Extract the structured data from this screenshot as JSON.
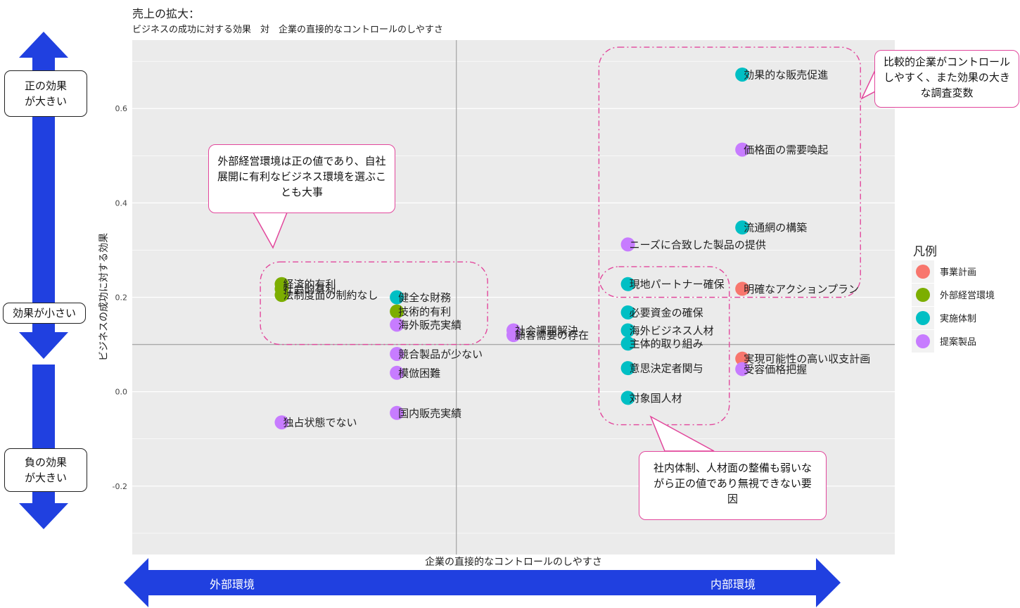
{
  "chart_data": {
    "type": "scatter",
    "title": "売上の拡大：",
    "subtitle": "ビジネスの成功に対する効果　対　企業の直接的なコントロールのしやすさ",
    "xlabel": "企業の直接的なコントロールのしやすさ",
    "ylabel": "ビジネスの成功に対する効果",
    "ylim": [
      -0.345,
      0.745
    ],
    "xlim": [
      0,
      1
    ],
    "x_ticks": [],
    "y_ticks": [
      -0.2,
      0.0,
      0.2,
      0.4,
      0.6
    ],
    "y_tick_labels": [
      "-0.2",
      "0.0",
      "0.2",
      "0.4",
      "0.6"
    ],
    "grid": true,
    "reference_lines": {
      "x": 0.425,
      "y": 0.1
    },
    "legend": {
      "title": "凡例",
      "position": "right",
      "items": [
        {
          "name": "事業計画",
          "color": "#F8766D"
        },
        {
          "name": "外部経営環境",
          "color": "#7CAE00"
        },
        {
          "name": "実施体制",
          "color": "#00BFC4"
        },
        {
          "name": "提案製品",
          "color": "#C77CFF"
        }
      ]
    },
    "points": [
      {
        "label": "効果的な販売促進",
        "x": 0.8,
        "y": 0.672,
        "group": "実施体制"
      },
      {
        "label": "価格面の需要喚起",
        "x": 0.8,
        "y": 0.513,
        "group": "提案製品"
      },
      {
        "label": "流通網の構築",
        "x": 0.8,
        "y": 0.348,
        "group": "実施体制"
      },
      {
        "label": "ニーズに合致した製品の提供",
        "x": 0.65,
        "y": 0.312,
        "group": "提案製品"
      },
      {
        "label": "現地パートナー確保",
        "x": 0.65,
        "y": 0.228,
        "group": "実施体制"
      },
      {
        "label": "明確なアクションプラン",
        "x": 0.8,
        "y": 0.218,
        "group": "事業計画"
      },
      {
        "label": "必要資金の確保",
        "x": 0.65,
        "y": 0.168,
        "group": "実施体制"
      },
      {
        "label": "海外ビジネス人材",
        "x": 0.65,
        "y": 0.13,
        "group": "実施体制"
      },
      {
        "label": "主体的取り組み",
        "x": 0.65,
        "y": 0.102,
        "group": "実施体制"
      },
      {
        "label": "実現可能性の高い収支計画",
        "x": 0.8,
        "y": 0.07,
        "group": "事業計画"
      },
      {
        "label": "意思決定者関与",
        "x": 0.65,
        "y": 0.05,
        "group": "実施体制"
      },
      {
        "label": "受容価格把握",
        "x": 0.8,
        "y": 0.048,
        "group": "提案製品"
      },
      {
        "label": "対象国人材",
        "x": 0.65,
        "y": -0.013,
        "group": "実施体制"
      },
      {
        "label": "経済的有利",
        "x": 0.196,
        "y": 0.228,
        "group": "外部経営環境"
      },
      {
        "label": "社会的有利",
        "x": 0.196,
        "y": 0.218,
        "group": "外部経営環境"
      },
      {
        "label": "法制度面の制約なし",
        "x": 0.196,
        "y": 0.205,
        "group": "外部経営環境"
      },
      {
        "label": "健全な財務",
        "x": 0.347,
        "y": 0.2,
        "group": "実施体制"
      },
      {
        "label": "技術的有利",
        "x": 0.347,
        "y": 0.17,
        "group": "外部経営環境"
      },
      {
        "label": "海外販売実績",
        "x": 0.347,
        "y": 0.142,
        "group": "提案製品"
      },
      {
        "label": "社会課題解決",
        "x": 0.5,
        "y": 0.13,
        "group": "提案製品"
      },
      {
        "label": "顧客需要の存在",
        "x": 0.5,
        "y": 0.12,
        "group": "提案製品"
      },
      {
        "label": "競合製品が少ない",
        "x": 0.347,
        "y": 0.08,
        "group": "提案製品"
      },
      {
        "label": "模倣困難",
        "x": 0.347,
        "y": 0.04,
        "group": "提案製品"
      },
      {
        "label": "国内販売実績",
        "x": 0.347,
        "y": -0.045,
        "group": "提案製品"
      },
      {
        "label": "独占状態でない",
        "x": 0.196,
        "y": -0.065,
        "group": "提案製品"
      }
    ]
  },
  "annotations": {
    "callout_top_right": "比較的企業がコントロールしやすく、また効果の大きな調査変数",
    "callout_left": "外部経営環境は正の値であり、自社展開に有利なビジネス環境を選ぶことも大事",
    "callout_bottom": "社内体制、人材面の整備も弱いながら正の値であり無視できない要因"
  },
  "side_labels": {
    "positive": "正の効果が大きい",
    "small": "効果が小さい",
    "negative": "負の効果が大きい"
  },
  "bottom_arrow": {
    "left": "外部環境",
    "right": "内部環境"
  },
  "colors": {
    "accent_arrow": "#2040e0",
    "callout_border": "#e2479c",
    "panel": "#ebebeb"
  }
}
